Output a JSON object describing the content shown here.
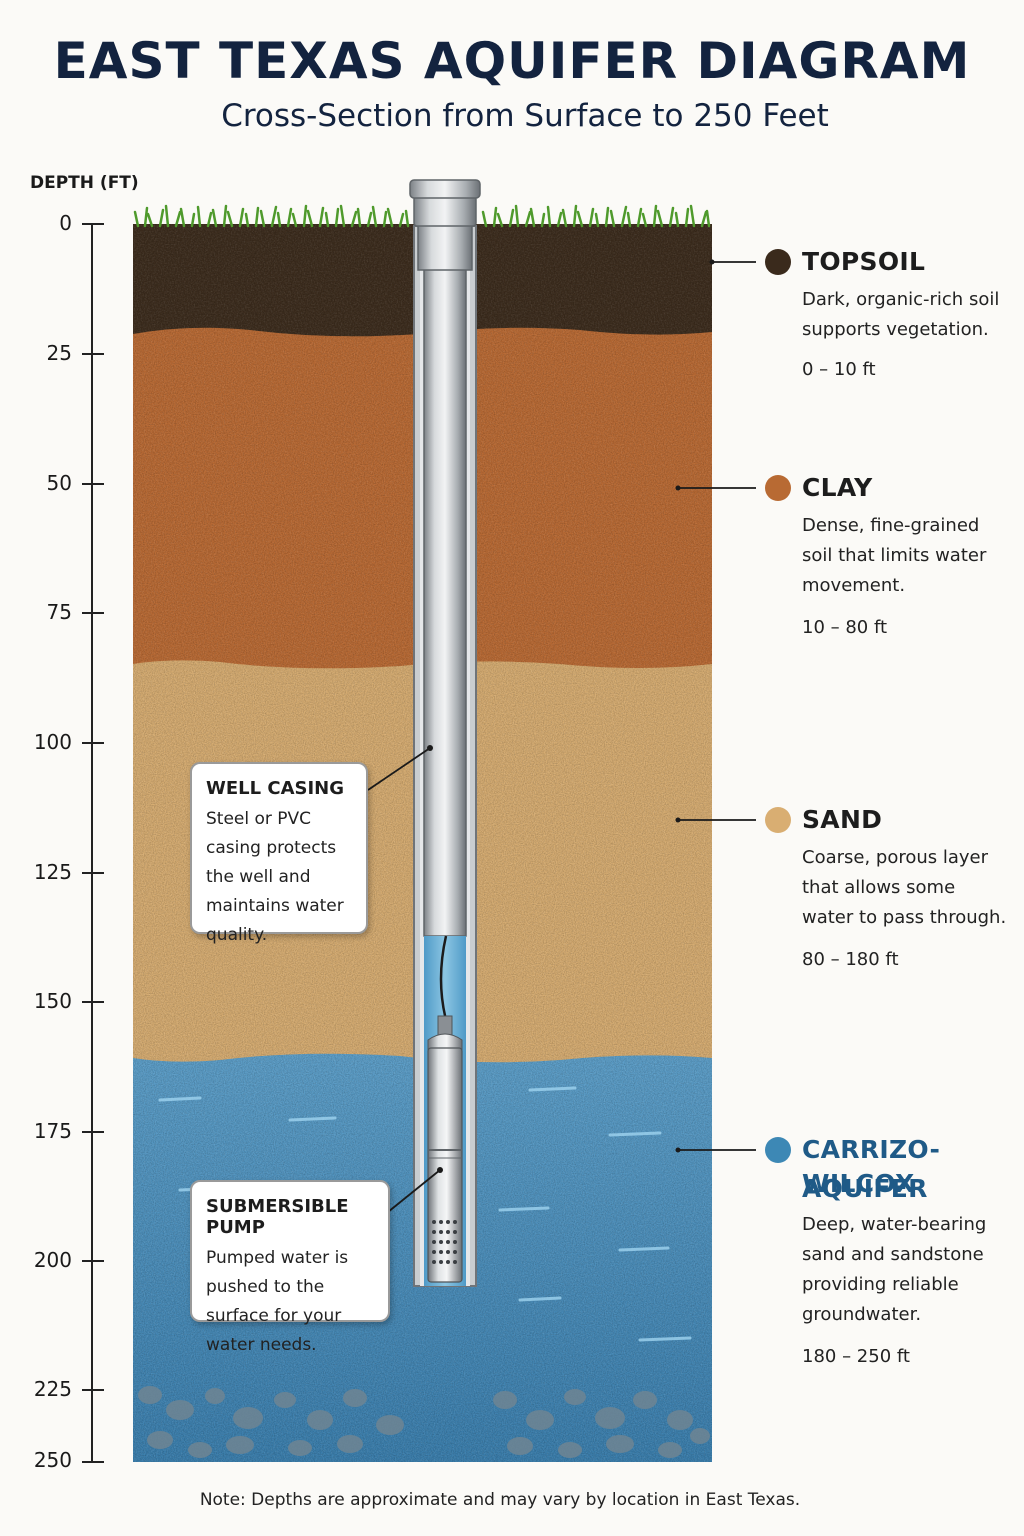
{
  "header": {
    "title": "EAST TEXAS AQUIFER DIAGRAM",
    "subtitle": "Cross-Section from Surface to 250 Feet"
  },
  "depth_axis": {
    "label": "DEPTH (FT)",
    "ticks": [
      "0",
      "25",
      "50",
      "75",
      "100",
      "125",
      "150",
      "175",
      "200",
      "225",
      "250"
    ]
  },
  "layers": [
    {
      "name": "TOPSOIL",
      "description": "Dark, organic-rich soil supports vegetation.",
      "range": "0 – 10 ft",
      "color": "#3a2a1c"
    },
    {
      "name": "CLAY",
      "description": "Dense, fine-grained soil that limits water movement.",
      "range": "10 – 80 ft",
      "color": "#b86a33"
    },
    {
      "name": "SAND",
      "description": "Coarse, porous layer that allows some water to pass through.",
      "range": "80 – 180 ft",
      "color": "#d9ae72"
    },
    {
      "name_line1": "CARRIZO-WILCOX",
      "name_line2": "AQUIFER",
      "description": "Deep, water-bearing sand and sandstone providing reliable groundwater.",
      "range": "180 – 250 ft",
      "color": "#3d88b5"
    }
  ],
  "callouts": {
    "well_casing": {
      "title": "WELL CASING",
      "description": "Steel or PVC casing protects the well and maintains water quality."
    },
    "pump": {
      "title": "SUBMERSIBLE PUMP",
      "description": "Pumped water is pushed to the surface for your water needs."
    }
  },
  "note": "Note: Depths are approximate and may vary by location in East Texas.",
  "colors": {
    "title": "#13233f",
    "aquifer_title": "#1f5a87",
    "topsoil": "#3a2a1c",
    "clay": "#b86a33",
    "sand": "#d9ae72",
    "aquifer": "#3d88b5",
    "grass": "#4f9a2c"
  }
}
